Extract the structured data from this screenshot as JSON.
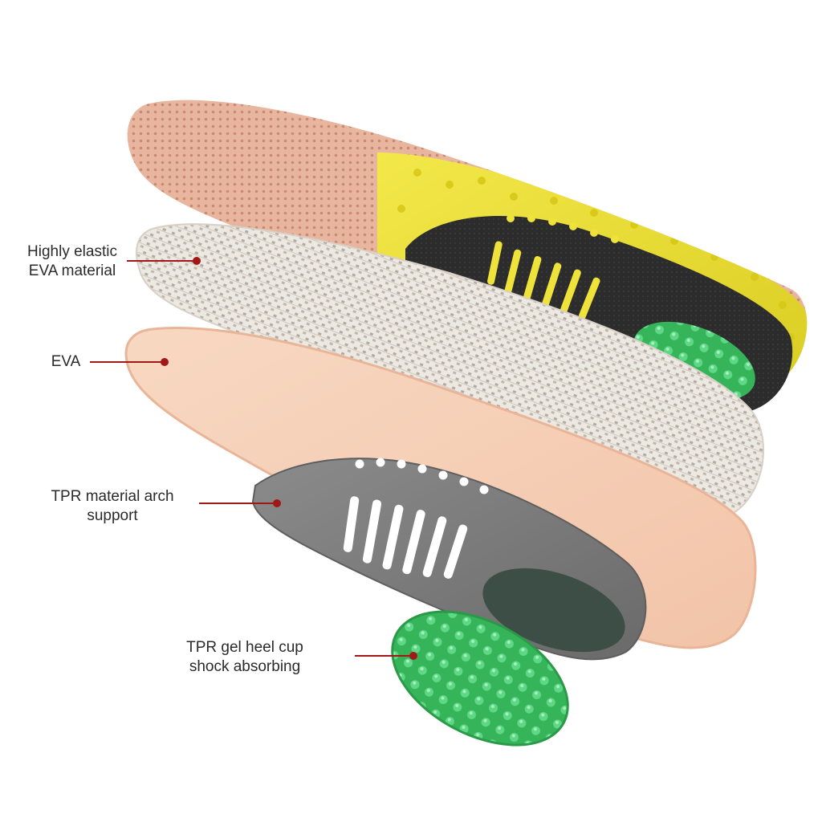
{
  "callouts": [
    {
      "id": "elastic-eva",
      "lines": [
        "Highly elastic",
        "EVA material"
      ]
    },
    {
      "id": "eva",
      "lines": [
        "EVA"
      ]
    },
    {
      "id": "arch-support",
      "lines": [
        "TPR material arch",
        "support"
      ]
    },
    {
      "id": "gel-heel",
      "lines": [
        "TPR gel heel cup",
        "shock absorbing"
      ]
    }
  ],
  "colors": {
    "leader": "#a01818",
    "top_fabric": "#e9b8a0",
    "yellow_shell": "#efe23a",
    "black_arch": "#2b2b2b",
    "mesh_layer": "#e6e2dc",
    "eva_layer": "#f6cdb4",
    "tpr_grey": "#7d7d7d",
    "gel_green": "#3fbf63"
  }
}
